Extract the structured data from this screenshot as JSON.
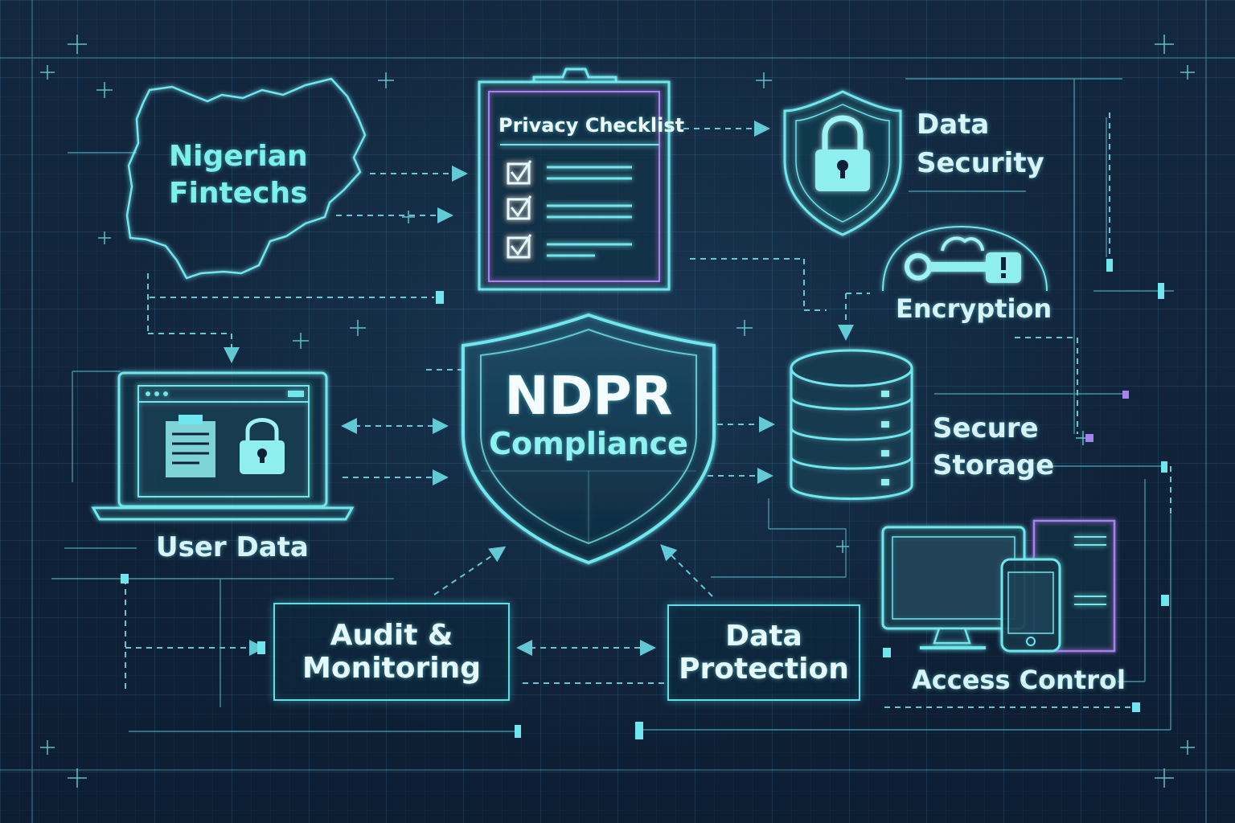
{
  "title": {
    "line1": "NDPR",
    "line2": "Compliance"
  },
  "nodes": {
    "nigerian_fintechs": {
      "line1": "Nigerian",
      "line2": "Fintechs"
    },
    "privacy_checklist": "Privacy Checklist",
    "data_security": {
      "line1": "Data",
      "line2": "Security"
    },
    "encryption": "Encryption",
    "user_data": "User Data",
    "secure_storage": {
      "line1": "Secure",
      "line2": "Storage"
    },
    "audit_monitoring": {
      "line1": "Audit &",
      "line2": "Monitoring"
    },
    "data_protection": {
      "line1": "Data",
      "line2": "Protection"
    },
    "access_control": "Access Control"
  },
  "icons": [
    "nigeria-map-icon",
    "clipboard-checklist-icon",
    "shield-lock-icon",
    "key-icon",
    "laptop-icon",
    "document-icon",
    "padlock-icon",
    "database-icon",
    "devices-icon"
  ],
  "colors": {
    "background": "#0f2238",
    "accent": "#5fdfe6",
    "secondary": "#9b7cf0",
    "text": "#d8f4f8"
  }
}
